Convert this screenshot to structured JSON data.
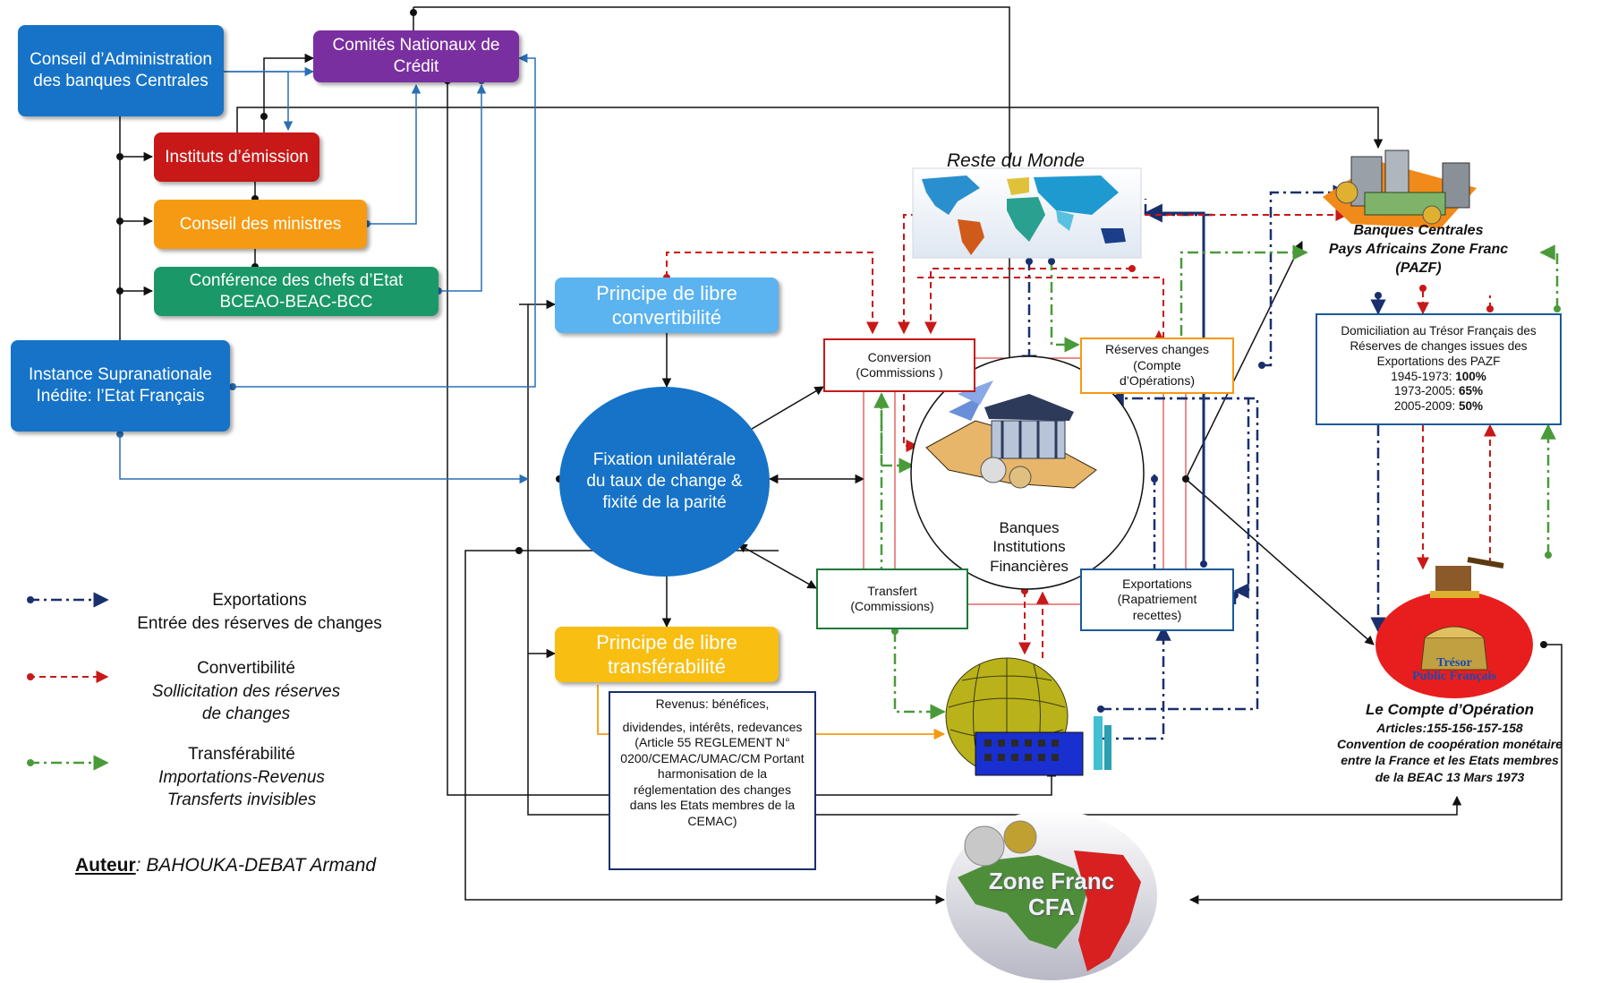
{
  "boxes": {
    "conseil_admin": "Conseil d’Administration des banques Centrales",
    "comites": "Comités Nationaux de Crédit",
    "instituts": "Instituts d’émission",
    "conseil_ministres": "Conseil des ministres",
    "conference_line1": "Conférence  des chefs d’Etat",
    "conference_line2": "BCEAO-BEAC-BCC",
    "instance": "Instance Supranationale Inédite: l’Etat Français",
    "convertibilite": "Principe de libre convertibilité",
    "transferabilite": "Principe de libre transférabilité",
    "fixation": "Fixation unilatérale du taux de change & fixité de la parité",
    "conversion_line1": "Conversion",
    "conversion_line2": "(Commissions )",
    "transfert_line1": "Transfert",
    "transfert_line2": "(Commissions)",
    "reserves_line1": "Réserves  changes",
    "reserves_line2": "(Compte",
    "reserves_line3": "d’Opérations)",
    "exportations_line1": "Exportations",
    "exportations_line2": "(Rapatriement",
    "exportations_line3": "recettes)",
    "banques": "Banques Institutions Financières",
    "revenus_line1": "Revenus:   bénéfices,",
    "revenus_line2": "dividendes,  intérêts, redevances (Article 55 REGLEMENT N° 0200/CEMAC/UMAC/CM Portant harmonisation de la réglementation des changes  dans les Etats membres de la CEMAC)",
    "domiciliation_line1": "Domiciliation au Trésor Français des Réserves de changes issues  des  Exportations des PAZF",
    "dom_p1_label": "1945-1973: ",
    "dom_p1_value": "100%",
    "dom_p2_label": "1973-2005: ",
    "dom_p2_value": "65%",
    "dom_p3_label": "2005-2009: ",
    "dom_p3_value": "50%"
  },
  "labels": {
    "reste_du_monde": "Reste du Monde",
    "banques_centrales_line1": "Banques Centrales",
    "banques_centrales_line2": "Pays Africains Zone Franc",
    "banques_centrales_line3": "(PAZF)",
    "tresor_line1": "Trésor",
    "tresor_line2": "Public Français",
    "compte_title": "Le Compte d’Opération",
    "compte_articles": "Articles:155-156-157-158",
    "compte_convention_line1": "Convention de coopération monétaire",
    "compte_convention_line2": "entre  la France et les Etats membres",
    "compte_convention_line3": "de la BEAC  13 Mars 1973",
    "zone_franc_line1": "Zone Franc",
    "zone_franc_line2": "CFA",
    "auteur_label": "Auteur",
    "auteur_name": ": BAHOUKA-DEBAT Armand"
  },
  "legend": [
    {
      "title": "Exportations",
      "sub1": "Entrée des réserves de changes",
      "sub2": "",
      "color": "#1a2f6e"
    },
    {
      "title": "Convertibilité",
      "sub1": "Sollicitation des réserves",
      "sub2": "de changes",
      "color": "#c81818"
    },
    {
      "title": "Transférabilité",
      "sub1": "Importations-Revenus",
      "sub2": "Transferts invisibles",
      "color": "#4a9a3a"
    }
  ],
  "colors": {
    "exportations": "#1a2f6e",
    "convertibilite": "#c81818",
    "transferabilite": "#4a9a3a",
    "orange_link": "#f59a12"
  }
}
